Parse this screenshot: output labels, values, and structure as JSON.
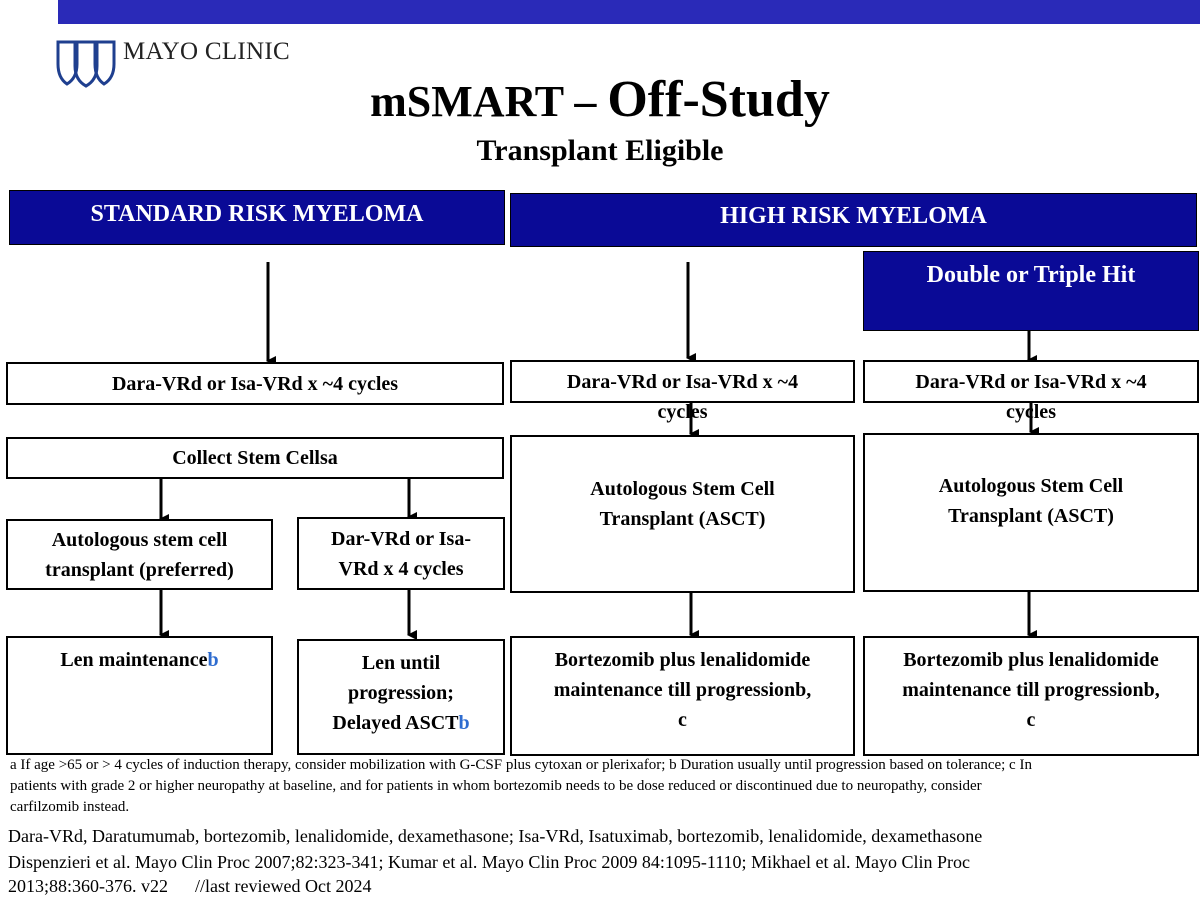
{
  "logo": {
    "text": "MAYO CLINIC"
  },
  "title": {
    "prefix": "mSMART – ",
    "main": "Off-Study"
  },
  "subtitle": "Transplant Eligible",
  "headers": {
    "standard": "STANDARD RISK MYELOMA",
    "high": "HIGH RISK MYELOMA",
    "double_triple": "Double or Triple Hit"
  },
  "standard": {
    "induction": "Dara-VRd or Isa-VRd x ~4 cycles",
    "collect": "Collect Stem Cellsa",
    "asct_line1": "Autologous stem cell",
    "asct_line2": "transplant (preferred)",
    "alt_line1": "Dar-VRd or Isa-",
    "alt_line2": "VRd x 4  cycles",
    "len_maint": "Len maintenance",
    "len_maint_sup": "b",
    "len_until_line1": "Len until",
    "len_until_line2": "progression;",
    "len_until_line3": "Delayed ASCT",
    "len_until_sup": "b"
  },
  "high": {
    "induction_line1": "Dara-VRd or Isa-VRd x ~4",
    "induction_line2": "cycles",
    "asct_line1": "Autologous Stem Cell",
    "asct_line2": "Transplant (ASCT)",
    "maint_line1": "Bortezomib plus lenalidomide",
    "maint_line2": "maintenance till progressionb,",
    "maint_line3": "c"
  },
  "double": {
    "induction_line1": "Dara-VRd or Isa-VRd x ~4",
    "induction_line2": "cycles",
    "asct_line1": "Autologous Stem Cell",
    "asct_line2": "Transplant (ASCT)",
    "maint_line1": "Bortezomib plus lenalidomide",
    "maint_line2": "maintenance till progressionb,",
    "maint_line3": "c"
  },
  "footnotes": {
    "line1": "a If age >65 or > 4 cycles of induction therapy, consider mobilization with G-CSF plus cytoxan or plerixafor; b Duration usually until progression based on tolerance; c In",
    "line2": "patients with grade 2 or higher neuropathy at baseline, and for patients in whom bortezomib needs to be dose reduced or discontinued due to neuropathy, consider",
    "line3": "carfilzomib instead.",
    "abbrev": "Dara-VRd, Daratumumab, bortezomib, lenalidomide, dexamethasone; Isa-VRd, Isatuximab, bortezomib, lenalidomide, dexamethasone",
    "ref1": "Dispenzieri et al. Mayo Clin Proc 2007;82:323-341; Kumar et al. Mayo Clin Proc 2009 84:1095-1110; Mikhael et al. Mayo Clin Proc",
    "ref2": "2013;88:360-376. v22      //last reviewed Oct 2024"
  },
  "colors": {
    "header_bg": "#0a0a96",
    "top_bar": "#2a2ab8",
    "superscript": "#2e6cd0"
  }
}
